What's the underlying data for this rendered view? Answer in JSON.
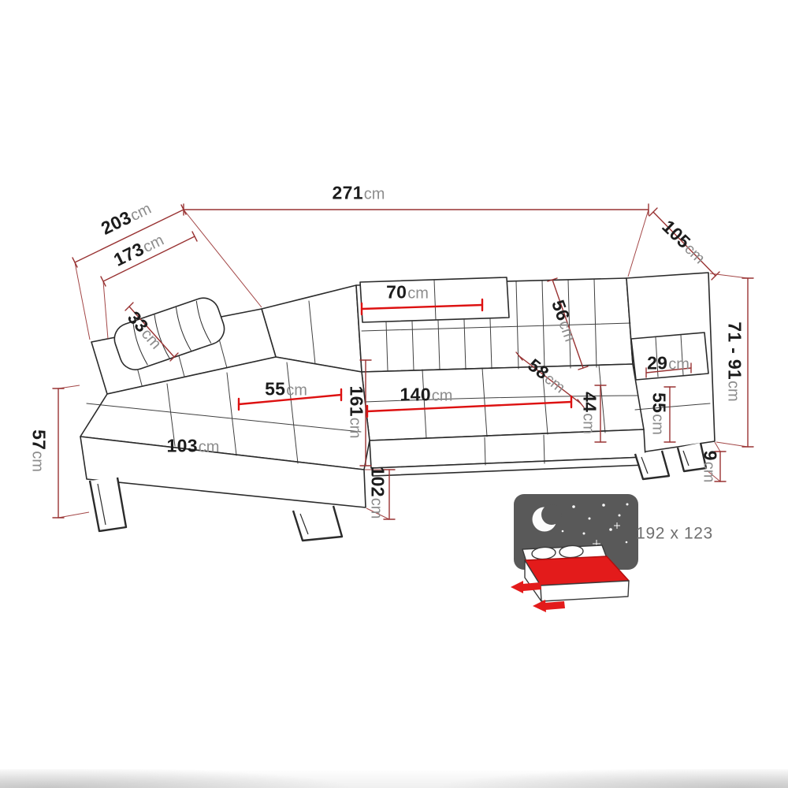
{
  "diagram_type": "corner-sofa-bed-dimensions",
  "unit": "cm",
  "dims": {
    "total_width": {
      "num": "271",
      "unit": "cm"
    },
    "depth_outer": {
      "num": "203",
      "unit": "cm"
    },
    "depth_inner": {
      "num": "173",
      "unit": "cm"
    },
    "side_depth": {
      "num": "105",
      "unit": "cm"
    },
    "headrest_width": {
      "num": "70",
      "unit": "cm"
    },
    "pillow_width": {
      "num": "33",
      "unit": "cm"
    },
    "backrest_height": {
      "num": "56",
      "unit": "cm"
    },
    "seat_depth": {
      "num": "58",
      "unit": "cm"
    },
    "armrest_width": {
      "num": "29",
      "unit": "cm"
    },
    "overall_height": {
      "num": "71 - 91",
      "unit": "cm"
    },
    "chaise_seat_width": {
      "num": "55",
      "unit": "cm"
    },
    "seat_width": {
      "num": "140",
      "unit": "cm"
    },
    "seat_height": {
      "num": "44",
      "unit": "cm"
    },
    "armrest_height": {
      "num": "55",
      "unit": "cm"
    },
    "chaise_front_width": {
      "num": "103",
      "unit": "cm"
    },
    "chaise_length": {
      "num": "161",
      "unit": "cm"
    },
    "chaise_height": {
      "num": "57",
      "unit": "cm"
    },
    "bed_extension": {
      "num": "102",
      "unit": "cm"
    },
    "leg_height": {
      "num": "9",
      "unit": "cm"
    }
  },
  "sleeping_area": {
    "label": "192 x 123"
  },
  "colors": {
    "dimension_line": "#993333",
    "highlight_line": "#dd1111",
    "sofa_outline": "#2b2b2b",
    "unit_text": "#8d8d8d",
    "icon_background": "#595959",
    "mattress_red": "#e31b1b"
  }
}
